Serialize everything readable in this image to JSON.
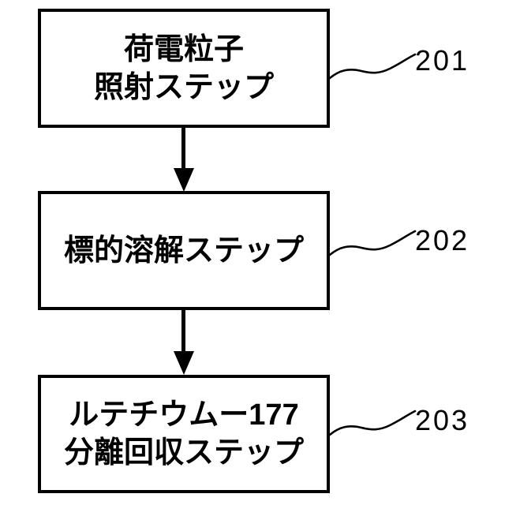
{
  "figure": {
    "type": "flowchart",
    "background_color": "#ffffff",
    "line_color": "#000000",
    "flow_direction": "top-to-bottom",
    "steps": [
      {
        "ref_label": "201",
        "lines": {
          "line1": "荷電粒子",
          "line2": "照射ステップ"
        },
        "full_text": "荷電粒子照射ステップ"
      },
      {
        "ref_label": "202",
        "lines": {
          "line1": "標的溶解ステップ"
        },
        "full_text": "標的溶解ステップ"
      },
      {
        "ref_label": "203",
        "lines": {
          "line1": "ルテチウムー177",
          "line2": "分離回収ステップ"
        },
        "full_text": "ルテチウムー177分離回収ステップ"
      }
    ],
    "connectors": [
      {
        "from": "201",
        "to": "202",
        "style": "solid-arrow-down"
      },
      {
        "from": "202",
        "to": "203",
        "style": "solid-arrow-down"
      }
    ]
  }
}
